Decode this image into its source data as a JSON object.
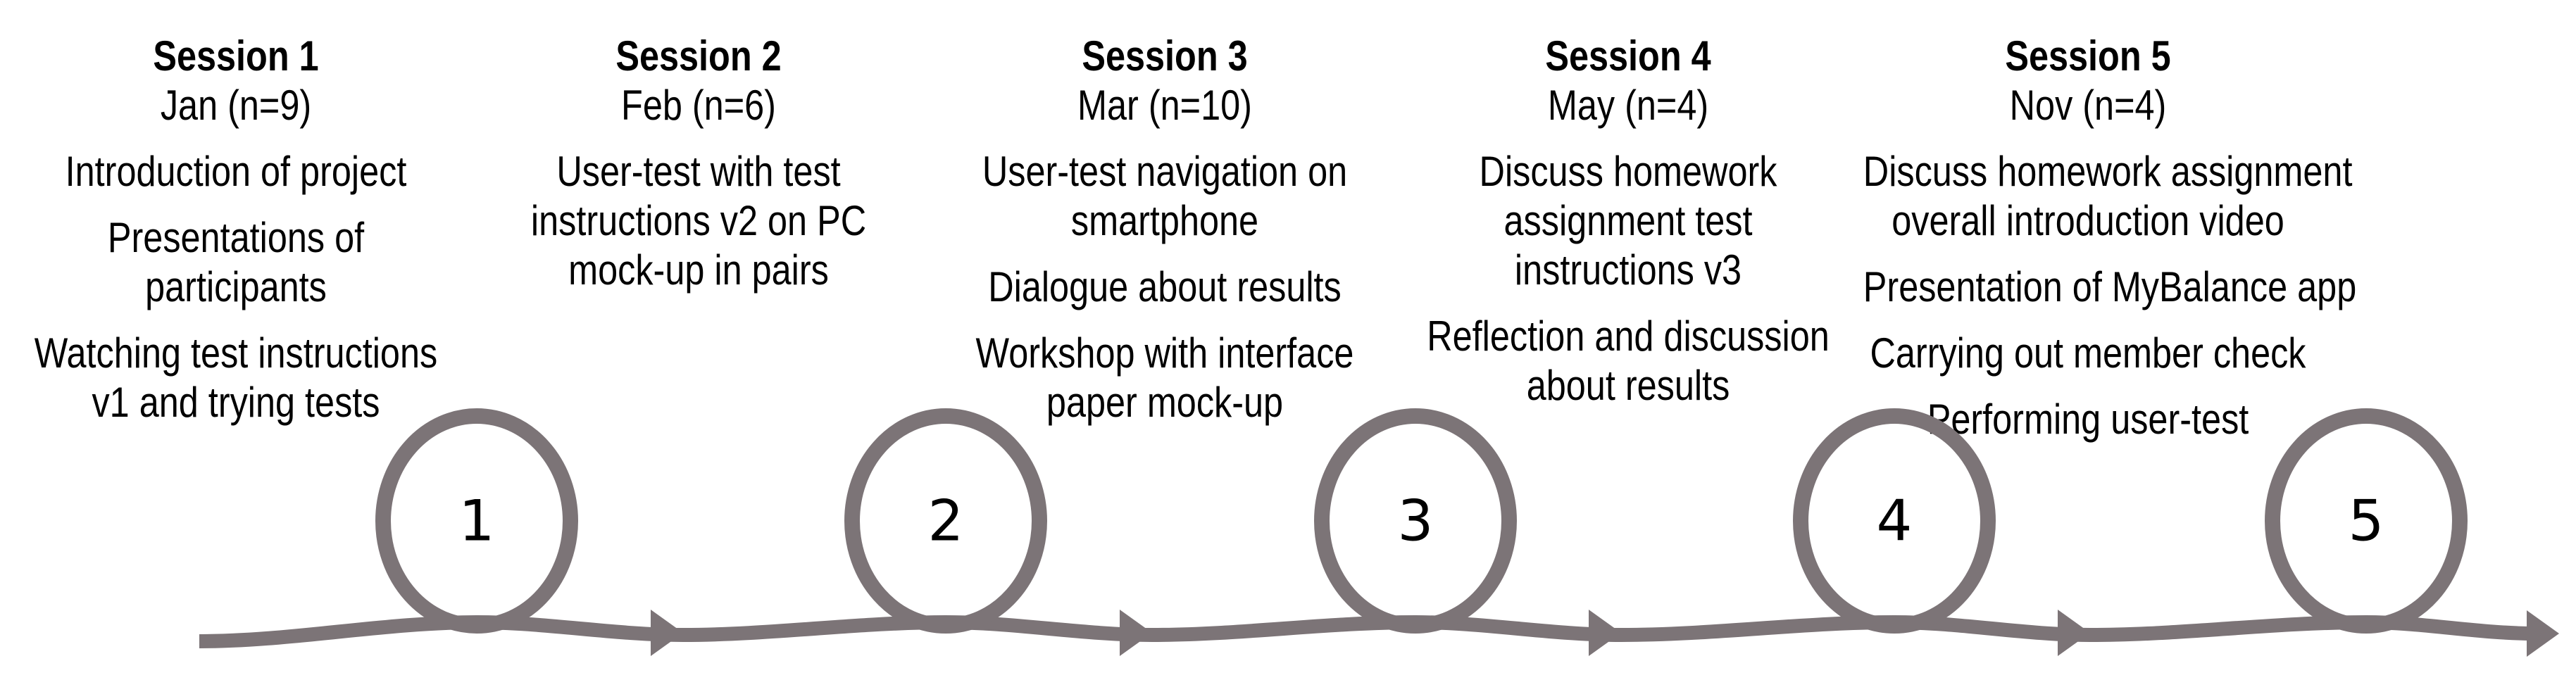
{
  "figure": {
    "background": "#ffffff",
    "line_color": "#7c7477",
    "text_color": "#000000"
  },
  "sessions": [
    {
      "title": "Session 1",
      "date": "Jan (n=9)",
      "items": [
        [
          "Introduction of project"
        ],
        [
          "Presentations of",
          "participants"
        ],
        [
          "Watching test instructions",
          "v1 and trying tests"
        ]
      ]
    },
    {
      "title": "Session 2",
      "date": "Feb (n=6)",
      "items": [
        [
          "User-test with test",
          "instructions v2 on PC",
          "mock-up in pairs"
        ]
      ]
    },
    {
      "title": "Session 3",
      "date": "Mar (n=10)",
      "items": [
        [
          "User-test navigation on",
          "smartphone"
        ],
        [
          "Dialogue about results"
        ],
        [
          "Workshop with interface",
          "paper mock-up"
        ]
      ]
    },
    {
      "title": "Session 4",
      "date": "May (n=4)",
      "items": [
        [
          "Discuss homework",
          "assignment test",
          "instructions v3"
        ],
        [
          "Reflection and discussion",
          "about results"
        ]
      ]
    },
    {
      "title": "Session 5",
      "date": "Nov (n=4)",
      "items": [
        [
          "Discuss homework assignment",
          "overall introduction video"
        ],
        [
          "Presentation of MyBalance app"
        ],
        [
          "Carrying out member check"
        ],
        [
          "Performing user-test"
        ]
      ]
    }
  ],
  "timeline": {
    "loops": [
      {
        "label": "1"
      },
      {
        "label": "2"
      },
      {
        "label": "3"
      },
      {
        "label": "4"
      },
      {
        "label": "5"
      }
    ]
  }
}
